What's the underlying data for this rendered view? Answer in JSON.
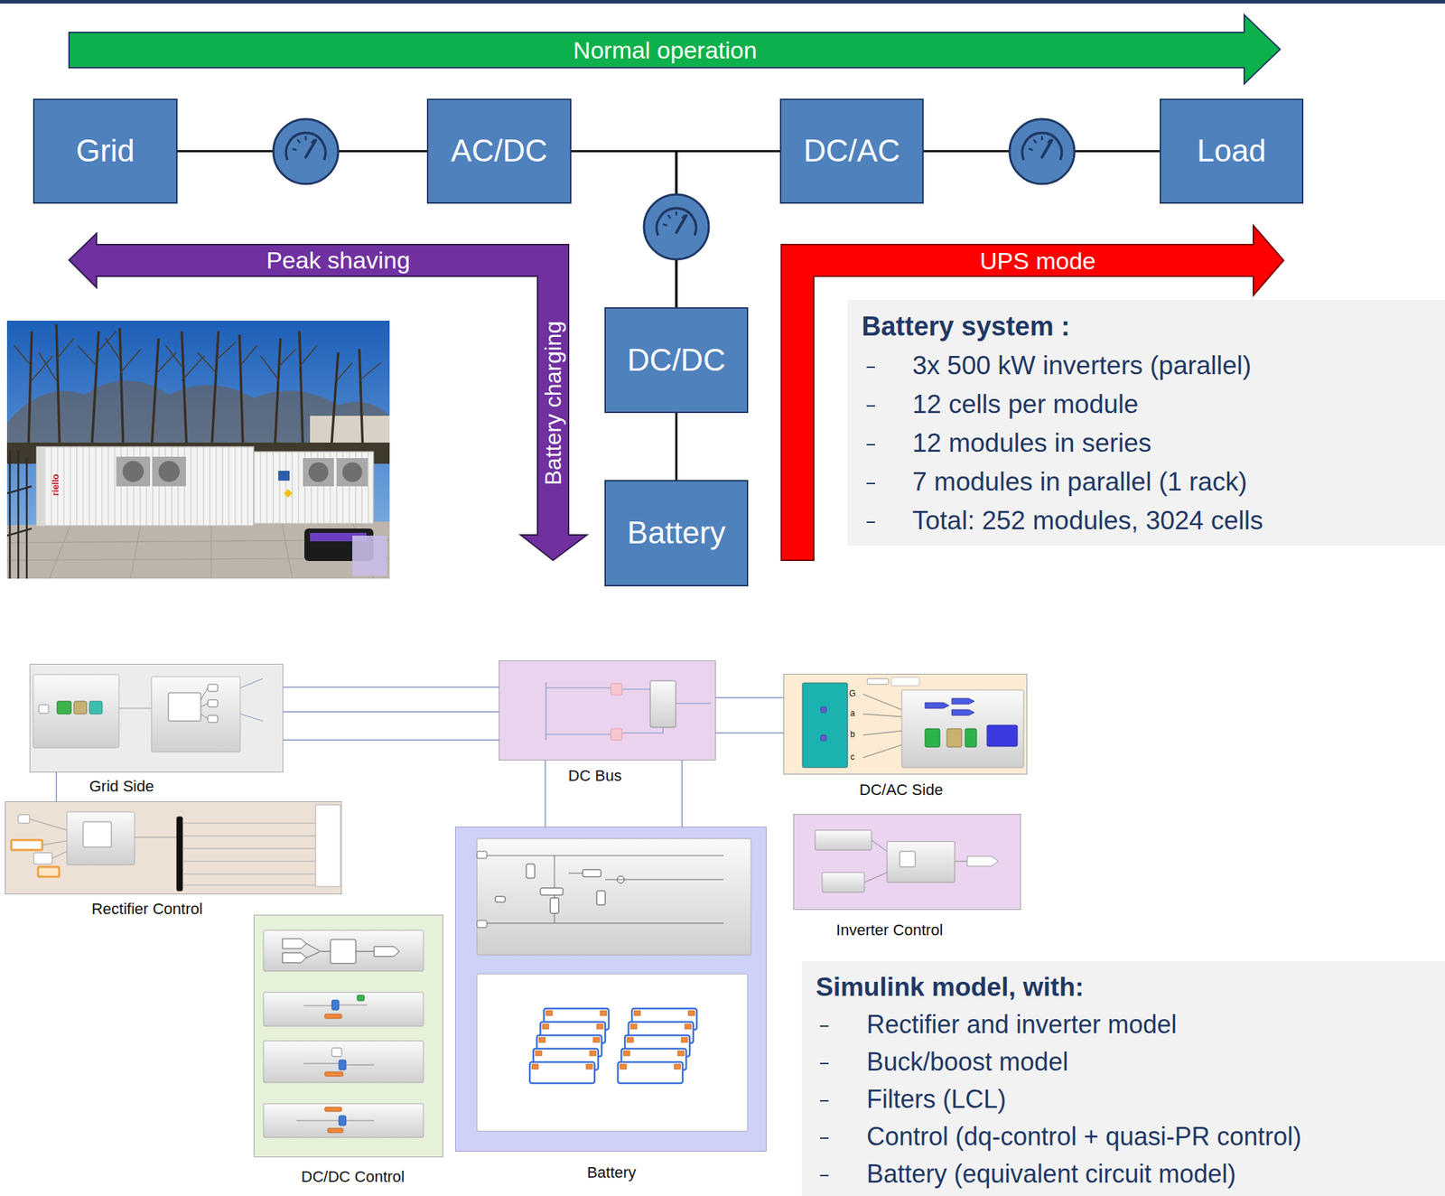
{
  "diagram": {
    "nodes": [
      {
        "text": [
          "Normal operation"
        ]
      },
      {
        "text": [
          "Grid"
        ]
      },
      {
        "text": [
          "AC/DC"
        ]
      },
      {
        "text": [
          "DC/AC"
        ]
      },
      {
        "text": [
          "Load"
        ]
      },
      {
        "text": [
          "Peak shaving",
          "Battery charging"
        ]
      },
      {
        "text": [
          "UPS mode"
        ]
      },
      {
        "text": [
          "DC/DC"
        ]
      },
      {
        "text": [
          "Battery"
        ]
      },
      {
        "text": [
          "Battery system :",
          "3x 500 kW inverters (parallel)",
          "12 cells per module",
          "12 modules in series",
          "7 modules in parallel (1 rack)",
          "Total: 252 modules, 3024 cells"
        ]
      },
      {
        "text": [
          "Grid Side"
        ]
      },
      {
        "text": [
          "DC Bus"
        ]
      },
      {
        "text": [
          "DC/AC Side"
        ]
      },
      {
        "text": [
          "Rectifier Control"
        ]
      },
      {
        "text": [
          "Inverter Control"
        ]
      },
      {
        "text": [
          "DC/DC Control"
        ]
      },
      {
        "text": [
          "Battery"
        ]
      },
      {
        "text": [
          "Simulink model, with:",
          "Rectifier and inverter model",
          "Buck/boost model",
          "Filters (LCL)",
          "Control (dq-control + quasi-PR control)",
          "Battery (equivalent circuit model)"
        ]
      }
    ],
    "edges": [
      {
        "from": 1,
        "to": 2,
        "arrow": "none"
      },
      {
        "from": 2,
        "to": 3,
        "arrow": "none"
      },
      {
        "from": 3,
        "to": 4,
        "arrow": "none"
      },
      {
        "from": 2,
        "to": 7,
        "arrow": "none"
      },
      {
        "from": 3,
        "to": 7,
        "arrow": "none"
      },
      {
        "from": 7,
        "to": 8,
        "arrow": "none"
      },
      {
        "from": 10,
        "to": 11,
        "arrow": "none"
      },
      {
        "from": 11,
        "to": 12,
        "arrow": "none"
      },
      {
        "from": 11,
        "to": 16,
        "arrow": "none"
      },
      {
        "from": 10,
        "to": 13,
        "arrow": "none"
      }
    ],
    "labels": [
      "riello",
      "G",
      "a",
      "b",
      "c"
    ]
  }
}
